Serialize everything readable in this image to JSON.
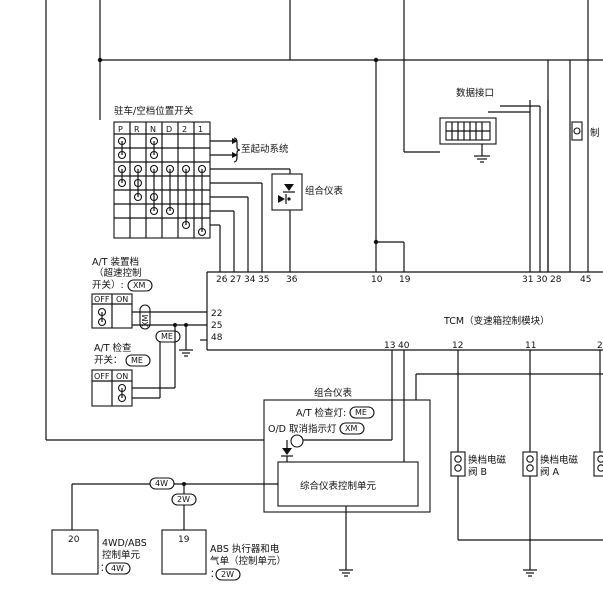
{
  "labels": {
    "data_port": "数据接口",
    "park_neutral_switch": "驻车/空档位置开关",
    "to_start_system": "至起动系统",
    "combo_meter_small": "组合仪表",
    "at_od_l1": "A/T 装置档",
    "at_od_l2": "（超速控制",
    "at_od_l3": "开关）:",
    "at_check_l1": "A/T 检查",
    "at_check_l2": "开关：",
    "tcm": "TCM（变速箱控制模块）",
    "combo_meter_big": "组合仪表",
    "at_check_lamp": "A/T 检查灯:",
    "od_off_lamp": "O/D 取消指示灯",
    "meter_control_unit": "综合仪表控制单元",
    "shift_sol_b_l1": "换档电磁",
    "shift_sol_b_l2": "阀 B",
    "shift_sol_a_l1": "换档电磁",
    "shift_sol_a_l2": "阀 A",
    "brake_partial": "制",
    "abs4wd_l1": "4WD/ABS",
    "abs4wd_l2": "控制单元",
    "abs4wd_l3": "：",
    "absact_l1": "ABS 执行器和电",
    "absact_l2": "气单（控制单元）",
    "absact_l3": "："
  },
  "tags": {
    "xm": "XM",
    "me": "ME",
    "w4": "4W",
    "w2": "2W",
    "xm_v": "XM"
  },
  "switch_grid": {
    "headers": [
      "P",
      "R",
      "N",
      "D",
      "2",
      "1"
    ]
  },
  "od_switch": {
    "off": "OFF",
    "on": "ON"
  },
  "check_switch": {
    "off": "OFF",
    "on": "ON"
  },
  "pins": {
    "p26": "26",
    "p27": "27",
    "p34": "34",
    "p35": "35",
    "p36": "36",
    "p10": "10",
    "p19": "19",
    "p31": "31",
    "p30": "30",
    "p28": "28",
    "p45": "45",
    "p22": "22",
    "p25": "25",
    "p48": "48",
    "p13": "13",
    "p40": "40",
    "p12": "12",
    "p11": "11",
    "p2": "2",
    "p20": "20",
    "p19b": "19"
  }
}
